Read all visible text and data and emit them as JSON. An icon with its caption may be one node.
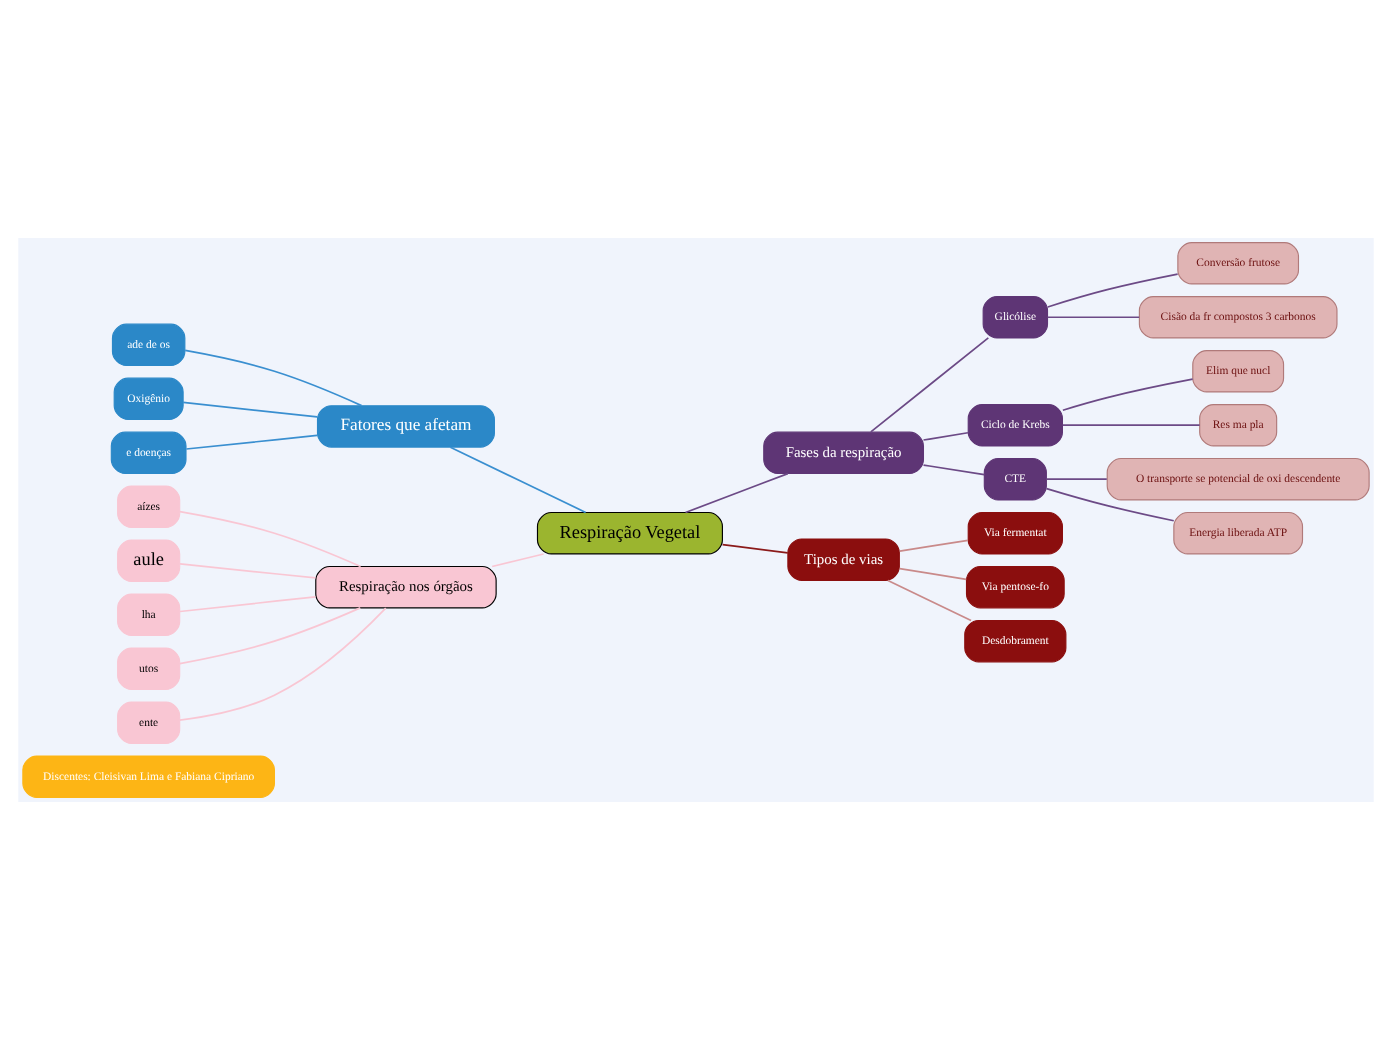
{
  "diagram": {
    "nodes": [
      {
        "text": [
          "Discentes: Cleisivan Lima e Fabiana Cipriano"
        ]
      },
      {
        "text": [
          "aízes"
        ]
      },
      {
        "text": [
          "aule"
        ]
      },
      {
        "text": [
          "lha"
        ]
      },
      {
        "text": [
          "Respiração nos órgãos"
        ]
      },
      {
        "text": [
          "utos"
        ]
      },
      {
        "text": [
          "ente"
        ]
      },
      {
        "text": [
          "Respiração Vegetal"
        ]
      },
      {
        "text": [
          "ade de os"
        ]
      },
      {
        "text": [
          "Oxigênio"
        ]
      },
      {
        "text": [
          "e doenças"
        ]
      },
      {
        "text": [
          "Fatores que afetam"
        ]
      },
      {
        "text": [
          "Fases da respiração"
        ]
      },
      {
        "text": [
          "Glicólise"
        ]
      },
      {
        "text": [
          "Conversão frutose"
        ]
      },
      {
        "text": [
          "Cisão da fr compostos 3 carbonos"
        ]
      },
      {
        "text": [
          "Ciclo de Krebs"
        ]
      },
      {
        "text": [
          "Elim que nucl"
        ]
      },
      {
        "text": [
          "Res ma pla"
        ]
      },
      {
        "text": [
          "CTE"
        ]
      },
      {
        "text": [
          "O transporte se potencial de oxi descendente"
        ]
      },
      {
        "text": [
          "Energia liberada ATP"
        ]
      },
      {
        "text": [
          "Tipos de vias"
        ]
      },
      {
        "text": [
          "Via fermentat"
        ]
      },
      {
        "text": [
          "Via pentose-fo"
        ]
      },
      {
        "text": [
          "Desdobrament"
        ]
      }
    ],
    "edges": [
      {
        "from": 7,
        "to": 4,
        "arrow": "none",
        "color": "#f9c6d3"
      },
      {
        "from": 4,
        "to": 1,
        "arrow": "none",
        "color": "#f9c6d3"
      },
      {
        "from": 4,
        "to": 2,
        "arrow": "none",
        "color": "#f9c6d3"
      },
      {
        "from": 4,
        "to": 3,
        "arrow": "none",
        "color": "#f9c6d3"
      },
      {
        "from": 4,
        "to": 5,
        "arrow": "none",
        "color": "#f9c6d3"
      },
      {
        "from": 4,
        "to": 6,
        "arrow": "none",
        "color": "#f9c6d3"
      },
      {
        "from": 7,
        "to": 11,
        "arrow": "none",
        "color": "#3a8fd0"
      },
      {
        "from": 11,
        "to": 8,
        "arrow": "none",
        "color": "#3a8fd0"
      },
      {
        "from": 11,
        "to": 9,
        "arrow": "none",
        "color": "#3a8fd0"
      },
      {
        "from": 11,
        "to": 10,
        "arrow": "none",
        "color": "#3a8fd0"
      },
      {
        "from": 7,
        "to": 12,
        "arrow": "none",
        "color": "#6c4a86"
      },
      {
        "from": 12,
        "to": 13,
        "arrow": "none",
        "color": "#6c4a86"
      },
      {
        "from": 13,
        "to": 14,
        "arrow": "none",
        "color": "#6c4a86"
      },
      {
        "from": 13,
        "to": 15,
        "arrow": "none",
        "color": "#6c4a86"
      },
      {
        "from": 12,
        "to": 16,
        "arrow": "none",
        "color": "#6c4a86"
      },
      {
        "from": 16,
        "to": 17,
        "arrow": "none",
        "color": "#6c4a86"
      },
      {
        "from": 16,
        "to": 18,
        "arrow": "none",
        "color": "#6c4a86"
      },
      {
        "from": 12,
        "to": 19,
        "arrow": "none",
        "color": "#6c4a86"
      },
      {
        "from": 19,
        "to": 20,
        "arrow": "none",
        "color": "#6c4a86"
      },
      {
        "from": 19,
        "to": 21,
        "arrow": "none",
        "color": "#6c4a86"
      },
      {
        "from": 7,
        "to": 22,
        "arrow": "none",
        "color": "#8b1a1a"
      },
      {
        "from": 22,
        "to": 23,
        "arrow": "none",
        "color": "#c98a8a"
      },
      {
        "from": 22,
        "to": 24,
        "arrow": "none",
        "color": "#c98a8a"
      },
      {
        "from": 22,
        "to": 25,
        "arrow": "none",
        "color": "#c98a8a"
      }
    ]
  }
}
